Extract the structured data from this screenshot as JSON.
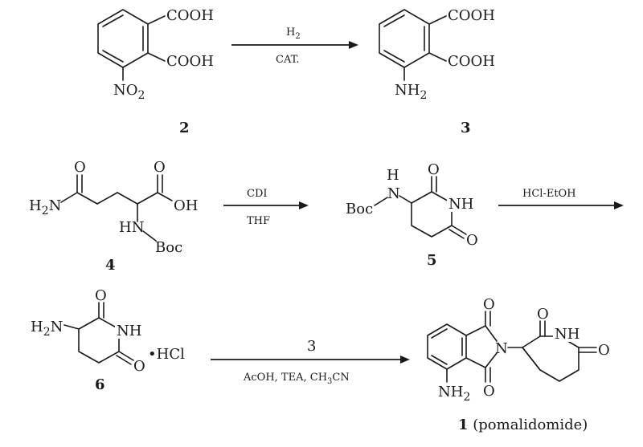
{
  "compounds": {
    "c2": {
      "number": "2",
      "cooh_top": "COOH",
      "cooh_bottom": "COOH",
      "no2": "NO",
      "no2_sub": "2"
    },
    "c3": {
      "number": "3",
      "cooh_top": "COOH",
      "cooh_bottom": "COOH",
      "nh2": "NH",
      "nh2_sub": "2"
    },
    "c4": {
      "number": "4",
      "h2n": "H",
      "h2n_sub": "2",
      "h2n_tail": "N",
      "o1": "O",
      "o2": "O",
      "oh": "OH",
      "hn": "HN",
      "boc": "Boc"
    },
    "c5": {
      "number": "5",
      "boc": "Boc",
      "h": "H",
      "n": "N",
      "o_top": "O",
      "nh": "NH",
      "o_bottom": "O"
    },
    "c6": {
      "number": "6",
      "h2n": "H",
      "h2n_sub": "2",
      "h2n_tail": "N",
      "o_top": "O",
      "nh": "NH",
      "o_bottom": "O",
      "hcl": "•HCl"
    },
    "c1": {
      "number": "1",
      "name": " (pomalidomide)",
      "o_top": "O",
      "n": "N",
      "o_bottom": "O",
      "nh2": "NH",
      "nh2_sub": "2",
      "o_glut_top": "O",
      "nh": "NH",
      "o_glut_right": "O"
    }
  },
  "reactions": {
    "r1": {
      "above": "H",
      "above_sub": "2",
      "below": "CAT."
    },
    "r2": {
      "above": "CDI",
      "below": "THF"
    },
    "r3": {
      "above": "HCl-EtOH"
    },
    "r4": {
      "above": "3",
      "below": "AcOH, TEA, CH",
      "below_sub": "3",
      "below_tail": "CN"
    }
  }
}
